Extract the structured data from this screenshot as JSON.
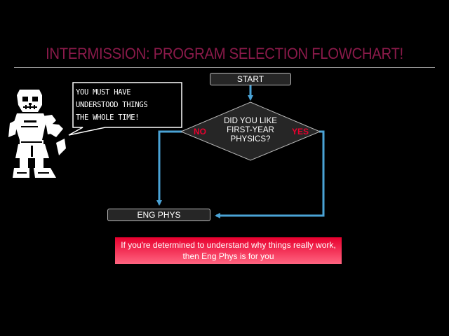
{
  "title": "INTERMISSION: PROGRAM SELECTION FLOWCHART!",
  "colors": {
    "title": "#8b1a4a",
    "arrow": "#4aa3d6",
    "no_label": "#e8002e",
    "yes_label": "#e8002e",
    "info_box_top": "#e8002e",
    "info_box_bottom": "#ff6480"
  },
  "character": {
    "icon": "skeleton-character-icon"
  },
  "speech_bubble": {
    "text": "YOU MUST HAVE\nUNDERSTOOD THINGS\nTHE WHOLE TIME!"
  },
  "flowchart": {
    "start": "START",
    "decision_lines": [
      "DID YOU LIKE",
      "FIRST-YEAR",
      "PHYSICS?"
    ],
    "no_label": "NO",
    "yes_label": "YES",
    "result": "ENG PHYS"
  },
  "info_box": {
    "lines": [
      "If you're determined to understand why things really work,",
      "then Eng Phys is for you"
    ]
  }
}
